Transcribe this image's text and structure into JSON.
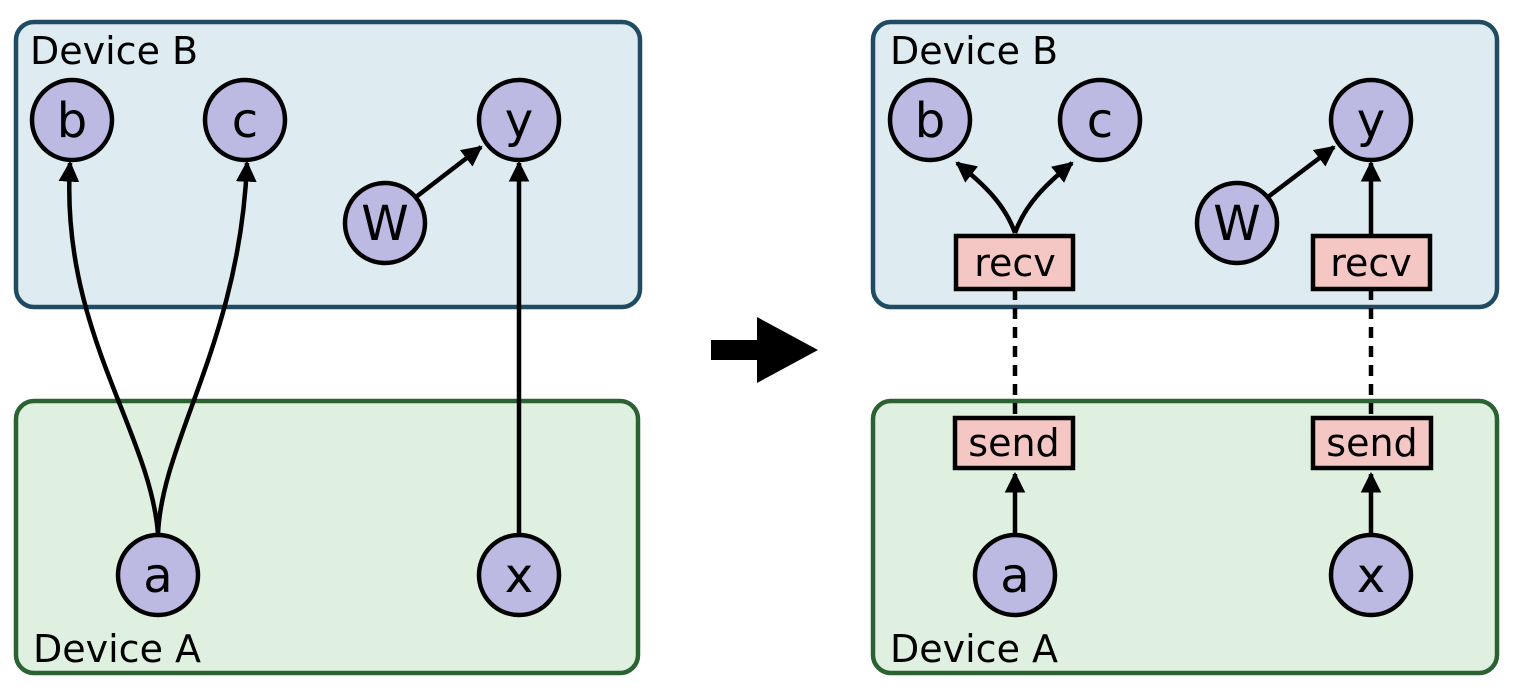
{
  "left": {
    "device_b_label": "Device B",
    "device_a_label": "Device A",
    "nodes": {
      "b": "b",
      "c": "c",
      "w": "W",
      "y": "y",
      "a": "a",
      "x": "x"
    }
  },
  "right": {
    "device_b_label": "Device B",
    "device_a_label": "Device A",
    "nodes": {
      "b": "b",
      "c": "c",
      "w": "W",
      "y": "y",
      "a": "a",
      "x": "x"
    },
    "ops": {
      "recv1": "recv",
      "recv2": "recv",
      "send1": "send",
      "send2": "send"
    }
  },
  "colors": {
    "device_b_fill": "#deebf1",
    "device_b_border": "#1f4c63",
    "device_a_fill": "#dff0e0",
    "device_a_border": "#2a6331",
    "node_fill": "#bcb9e2",
    "op_fill": "#f4c7c4"
  }
}
